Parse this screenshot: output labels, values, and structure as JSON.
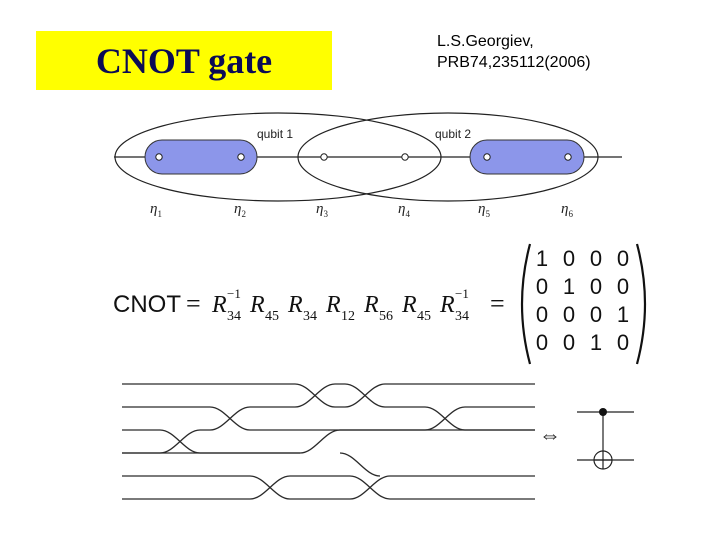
{
  "slide": {
    "title": "CNOT gate",
    "citation_line1": "L.S.Georgiev,",
    "citation_line2": "PRB74,235112(2006)"
  },
  "qubit_diagram": {
    "qubit1_label": "qubit 1",
    "qubit2_label": "qubit 2",
    "eta_labels": [
      {
        "base": "η",
        "sub": "1"
      },
      {
        "base": "η",
        "sub": "2"
      },
      {
        "base": "η",
        "sub": "3"
      },
      {
        "base": "η",
        "sub": "4"
      },
      {
        "base": "η",
        "sub": "5"
      },
      {
        "base": "η",
        "sub": "6"
      }
    ],
    "colors": {
      "qubit_fill": "#8c96ea",
      "line": "#222222"
    }
  },
  "equation": {
    "lhs": "CNOT",
    "equals": "=",
    "factors": [
      {
        "base": "R",
        "sub": "34",
        "sup": "−1"
      },
      {
        "base": "R",
        "sub": "45",
        "sup": ""
      },
      {
        "base": "R",
        "sub": "34",
        "sup": ""
      },
      {
        "base": "R",
        "sub": "12",
        "sup": ""
      },
      {
        "base": "R",
        "sub": "56",
        "sup": ""
      },
      {
        "base": "R",
        "sub": "45",
        "sup": ""
      },
      {
        "base": "R",
        "sub": "34",
        "sup": "−1"
      }
    ],
    "matrix": [
      [
        "1",
        "0",
        "0",
        "0"
      ],
      [
        "0",
        "1",
        "0",
        "0"
      ],
      [
        "0",
        "0",
        "0",
        "1"
      ],
      [
        "0",
        "0",
        "1",
        "0"
      ]
    ]
  },
  "braid": {
    "equivalence_symbol": "⇔"
  }
}
